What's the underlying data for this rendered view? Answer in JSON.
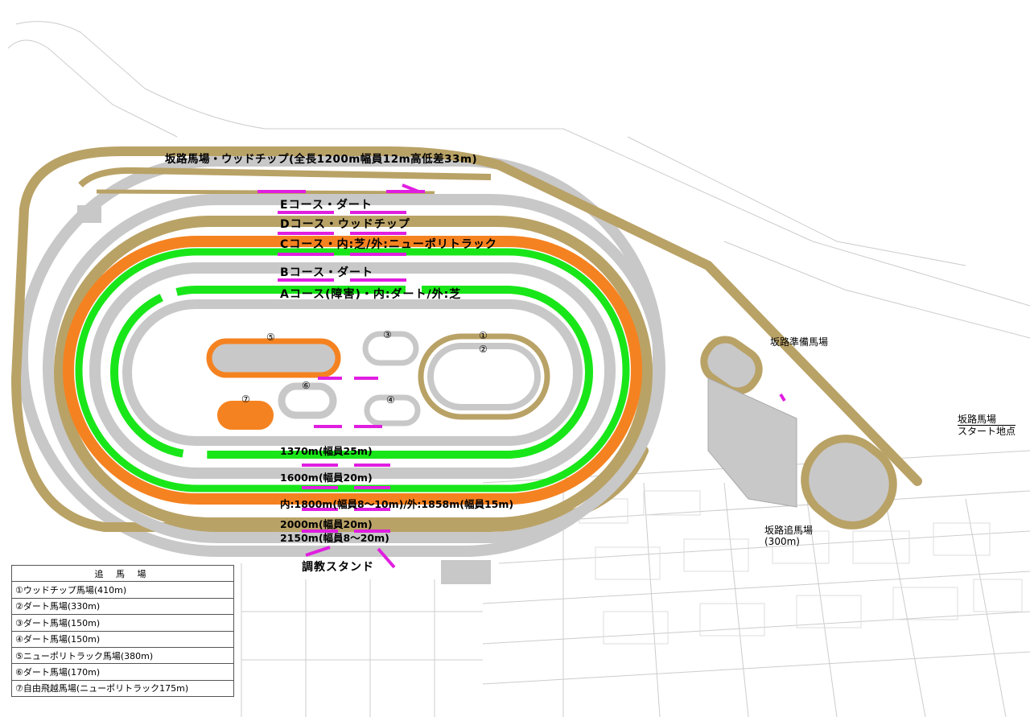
{
  "courses": {
    "hill": "坂路馬場・ウッドチップ(全長1200m幅員12m高低差33m)",
    "e": "Eコース・ダート",
    "d": "Dコース・ウッドチップ",
    "c": "Cコース・内:芝/外:ニューポリトラック",
    "b": "Bコース・ダート",
    "a": "Aコース(障害)・内:ダート/外:芝"
  },
  "distances": {
    "d1": "1370m(幅員25m)",
    "d2": "1600m(幅員20m)",
    "d3": "内:1800m(幅員8～10m)/外:1858m(幅員15m)",
    "d4": "2000m(幅員20m)",
    "d5": "2150m(幅員8～20m)"
  },
  "stand": "調教スタンド",
  "side_labels": {
    "prep": "坂路準備馬場",
    "start_line1": "坂路馬場",
    "start_line2": "スタート地点",
    "chase_line1": "坂路追馬場",
    "chase_line2": "(300m)"
  },
  "inner_numbers": [
    "①",
    "②",
    "③",
    "④",
    "⑤",
    "⑥",
    "⑦"
  ],
  "legend": {
    "title": "追 馬 場",
    "items": [
      "①ウッドチップ馬場(410m)",
      "②ダート馬場(330m)",
      "③ダート馬場(150m)",
      "④ダート馬場(150m)",
      "⑤ニューポリトラック馬場(380m)",
      "⑥ダート馬場(170m)",
      "⑦自由飛越馬場(ニューポリトラック175m)"
    ]
  },
  "colors": {
    "woodchip": "#b9a266",
    "dirt": "#c8c8c8",
    "turf": "#19e619",
    "polytrack": "#f58220",
    "gate": "#e01ee0",
    "outline": "#999999"
  }
}
